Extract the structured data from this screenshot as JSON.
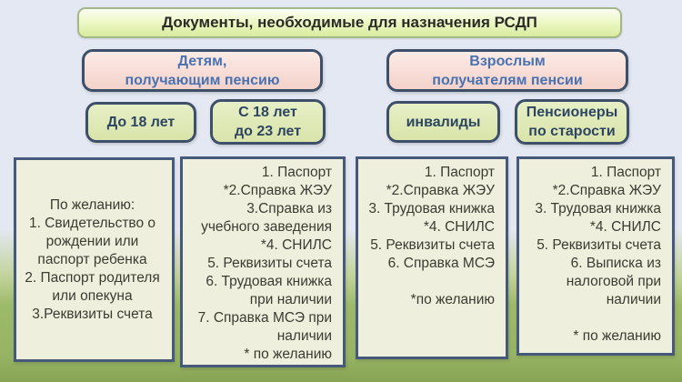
{
  "title": "Документы, необходимые для назначения РСДП",
  "colors": {
    "bg_top": "#e4e8f2",
    "bg_green": "#9dba6a",
    "title_fill_bottom": "#d9ec9e",
    "title_border": "#a3b788",
    "pink_fill_top": "#fcebe6",
    "pink_fill_bottom": "#f3d2ca",
    "green_fill": "#d9e4aa",
    "dark_border": "#3e5069",
    "content_fill": "#eef0dd",
    "content_border": "#47597a",
    "header_text": "#4a72b0",
    "subheader_text": "#2d4560",
    "content_text": "#3b3b32"
  },
  "groups": [
    {
      "label": "Детям,\nполучающим пенсию"
    },
    {
      "label": "Взрослым\nполучателям пенсии"
    }
  ],
  "categories": [
    {
      "label": "До 18 лет"
    },
    {
      "label": "С 18 лет\nдо 23 лет"
    },
    {
      "label": "инвалиды"
    },
    {
      "label": "Пенсионеры\nпо старости"
    }
  ],
  "document_lists": [
    {
      "lines": [
        "По желанию:",
        "1. Свидетельство о рождении или паспорт ребенка",
        "2. Паспорт родителя или опекуна",
        "3.Реквизиты счета"
      ]
    },
    {
      "lines": [
        "1. Паспорт",
        "*2.Справка ЖЭУ",
        "3.Справка из учебного заведения",
        "*4. СНИЛС",
        "5. Реквизиты счета",
        "6. Трудовая книжка при наличии",
        "7. Справка МСЭ при наличии",
        "* по желанию"
      ]
    },
    {
      "lines": [
        "1. Паспорт",
        "*2.Справка ЖЭУ",
        "3. Трудовая книжка",
        "*4. СНИЛС",
        "5. Реквизиты счета",
        "6. Справка МСЭ",
        "",
        "*по желанию"
      ]
    },
    {
      "lines": [
        "1. Паспорт",
        "*2.Справка ЖЭУ",
        "3. Трудовая книжка",
        "*4. СНИЛС",
        "5. Реквизиты счета",
        "6. Выписка из налоговой при наличии",
        "",
        "* по желанию"
      ]
    }
  ]
}
